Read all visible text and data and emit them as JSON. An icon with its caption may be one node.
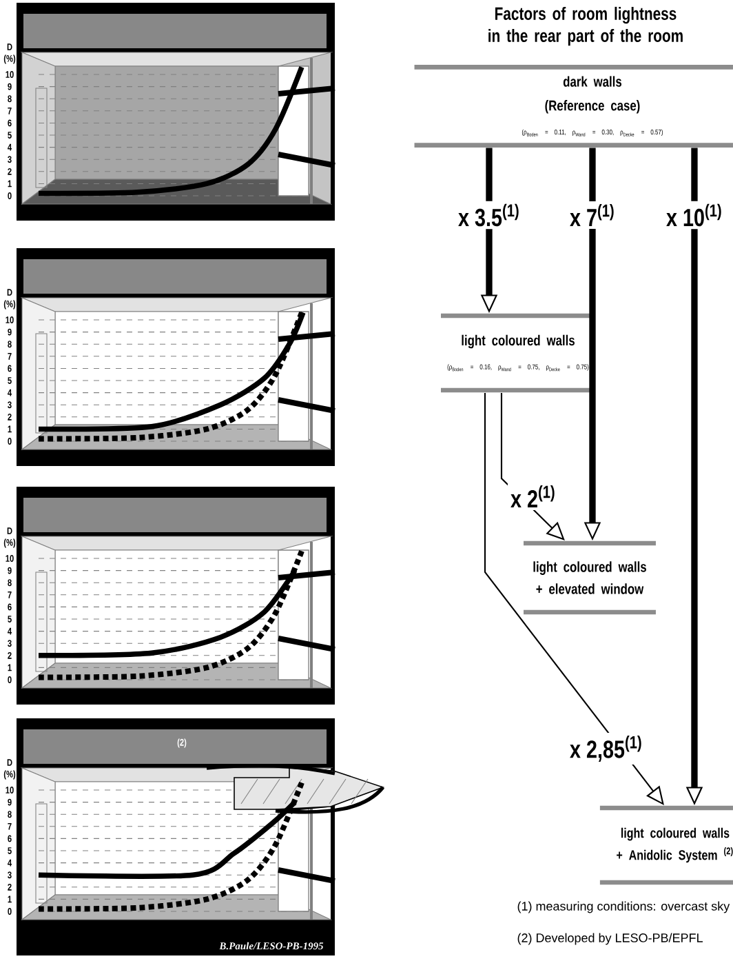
{
  "diagram": {
    "title": "Factors of room lightness in the rear part of the room",
    "nodes": [
      {
        "text": [
          "dark walls",
          "(Reference case)",
          "(ρ$_{Boden}$ = 0.11, ρ$_{Wand}$ = 0.30, ρ$_{Decke}$ = 0.57)"
        ]
      },
      {
        "text": [
          "light coloured walls",
          "(ρ$_{Boden}$ = 0.16, ρ$_{Wand}$ = 0.75, ρ$_{Decke}$ = 0.75)"
        ]
      },
      {
        "text": [
          "light coloured walls + elevated window"
        ]
      },
      {
        "text": [
          "light coloured walls + Anidolic System $^{(2)}$"
        ]
      }
    ],
    "edges": [
      {
        "from": 0,
        "to": 1,
        "arrow": "to",
        "label": "x 3.5$^{(1)}$"
      },
      {
        "from": 0,
        "to": 2,
        "arrow": "to",
        "label": "x 7$^{(1)}$"
      },
      {
        "from": 0,
        "to": 3,
        "arrow": "to",
        "label": "x 10$^{(1)}$"
      },
      {
        "from": 1,
        "to": 2,
        "arrow": "to",
        "label": "x 2$^{(1)}$"
      },
      {
        "from": 1,
        "to": 3,
        "arrow": "to",
        "label": "x 2,85$^{(1)}$"
      }
    ],
    "labels": [
      "D",
      "(%)",
      "10",
      "9",
      "8",
      "7",
      "6",
      "5",
      "4",
      "3",
      "2",
      "1",
      "0",
      "D",
      "(%)",
      "10",
      "9",
      "8",
      "7",
      "6",
      "5",
      "4",
      "3",
      "2",
      "1",
      "0",
      "D",
      "(%)",
      "10",
      "9",
      "8",
      "7",
      "6",
      "5",
      "4",
      "3",
      "2",
      "1",
      "0",
      "(2)",
      "D",
      "(%)",
      "10",
      "9",
      "8",
      "7",
      "6",
      "5",
      "4",
      "3",
      "2",
      "1",
      "0",
      "B.Paule/LESO-PB-1995",
      "(1) measuring conditions: overcast sky",
      "(2) Developed by LESO-PB/EPFL"
    ]
  }
}
